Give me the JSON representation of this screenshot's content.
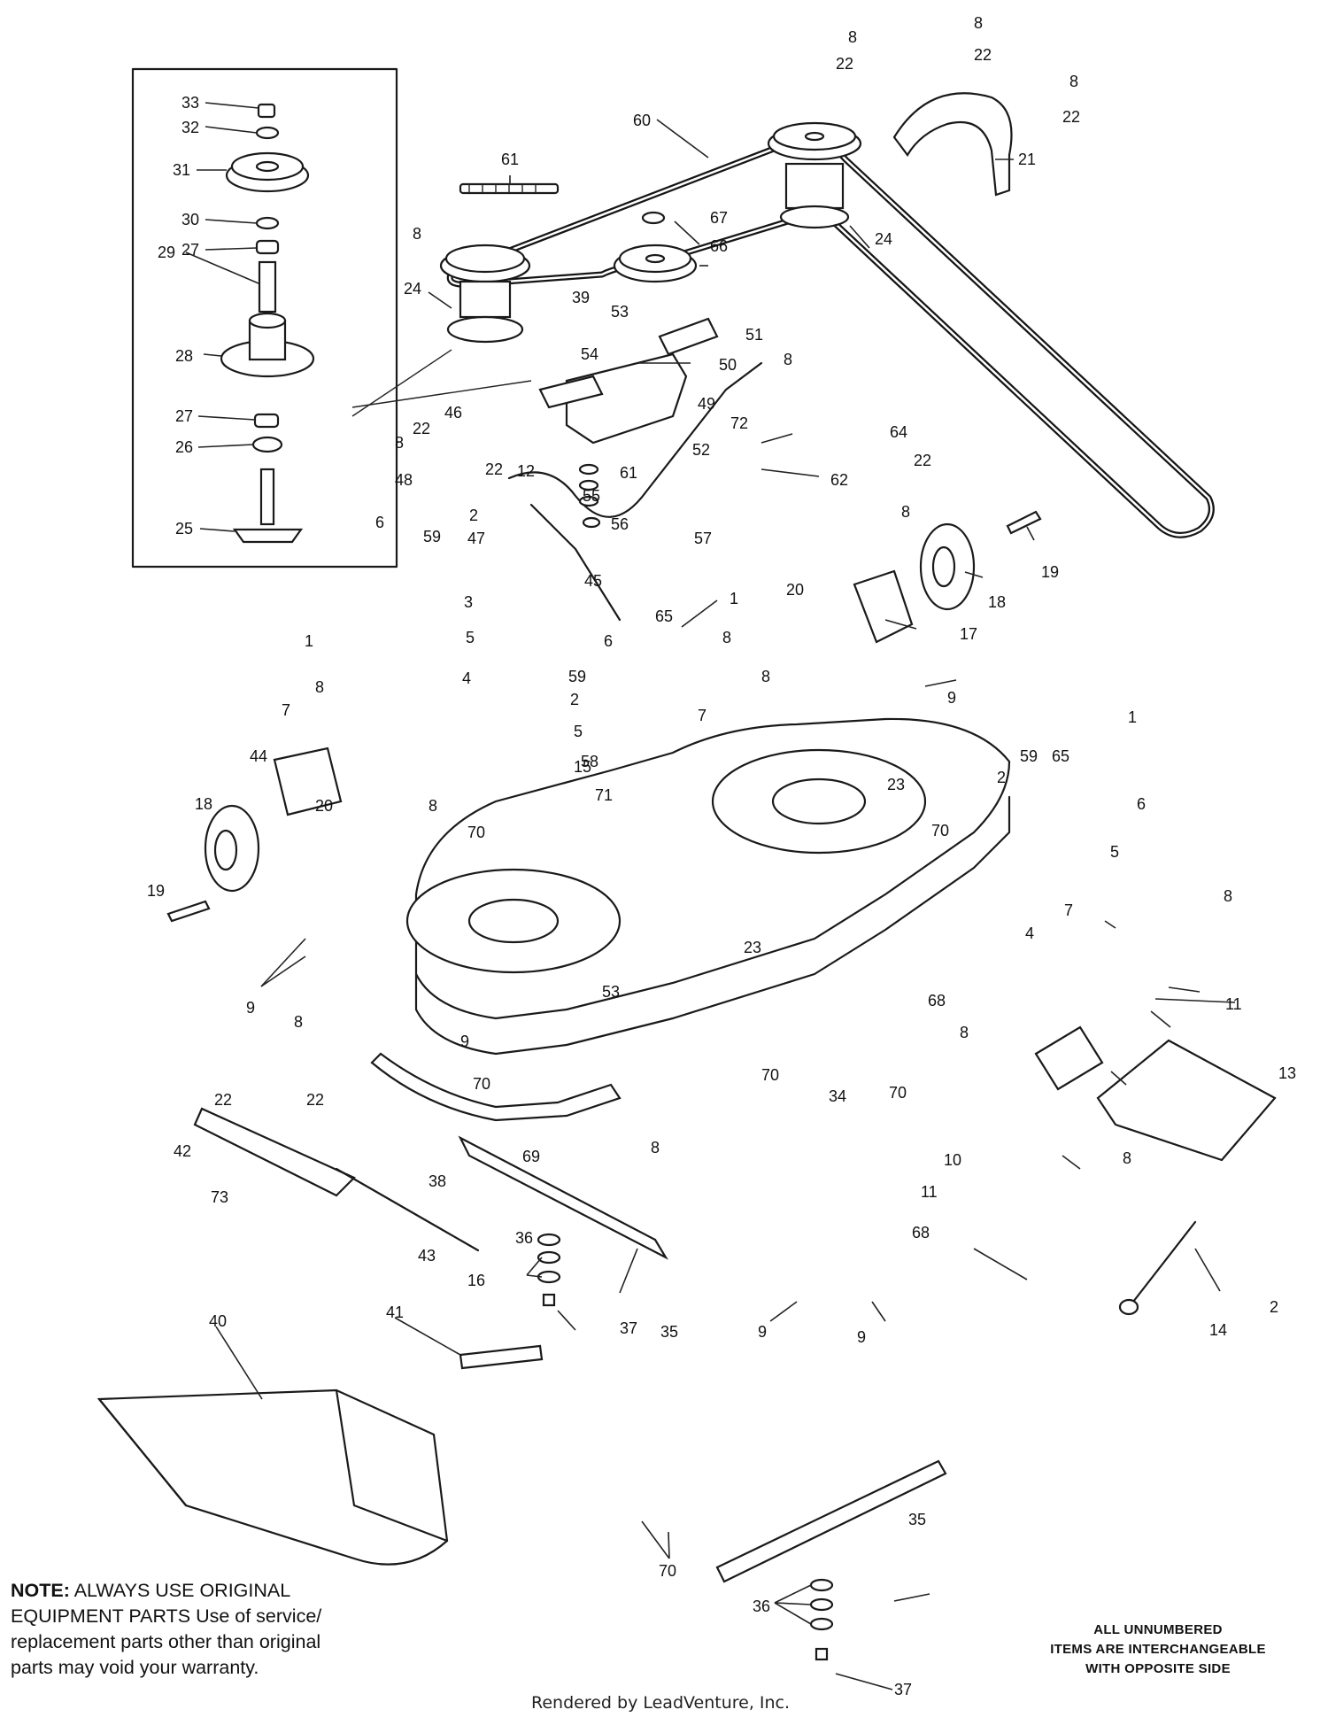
{
  "note": {
    "bold": "NOTE:",
    "line1": "ALWAYS USE ORIGINAL",
    "line2": "EQUIPMENT PARTS Use of service/",
    "line3": "replacement parts other than original",
    "line4": "parts may void your warranty."
  },
  "side_note": {
    "line1": "ALL UNNUMBERED",
    "line2": "ITEMS ARE INTERCHANGEABLE",
    "line3": "WITH OPPOSITE SIDE"
  },
  "credit": "Rendered by LeadVenture, Inc.",
  "callouts": [
    "33",
    "32",
    "31",
    "30",
    "27",
    "29",
    "28",
    "27",
    "26",
    "25",
    "61",
    "8",
    "24",
    "60",
    "8",
    "22",
    "8",
    "22",
    "8",
    "22",
    "21",
    "67",
    "66",
    "24",
    "39",
    "53",
    "51",
    "54",
    "50",
    "49",
    "8",
    "72",
    "52",
    "22",
    "64",
    "62",
    "46",
    "22",
    "8",
    "48",
    "22",
    "12",
    "61",
    "55",
    "56",
    "2",
    "47",
    "57",
    "45",
    "6",
    "59",
    "3",
    "1",
    "5",
    "4",
    "8",
    "7",
    "8",
    "19",
    "18",
    "20",
    "17",
    "9",
    "1",
    "65",
    "6",
    "59",
    "8",
    "2",
    "5",
    "7",
    "58",
    "8",
    "15",
    "71",
    "23",
    "1",
    "59",
    "65",
    "2",
    "6",
    "5",
    "70",
    "23",
    "44",
    "20",
    "8",
    "18",
    "19",
    "70",
    "4",
    "7",
    "8",
    "9",
    "53",
    "68",
    "11",
    "8",
    "13",
    "9",
    "70",
    "70",
    "34",
    "70",
    "10",
    "11",
    "68",
    "8",
    "22",
    "22",
    "42",
    "73",
    "38",
    "69",
    "8",
    "43",
    "36",
    "16",
    "37",
    "35",
    "9",
    "9",
    "14",
    "2",
    "8",
    "41",
    "40",
    "70",
    "35",
    "36",
    "37"
  ]
}
